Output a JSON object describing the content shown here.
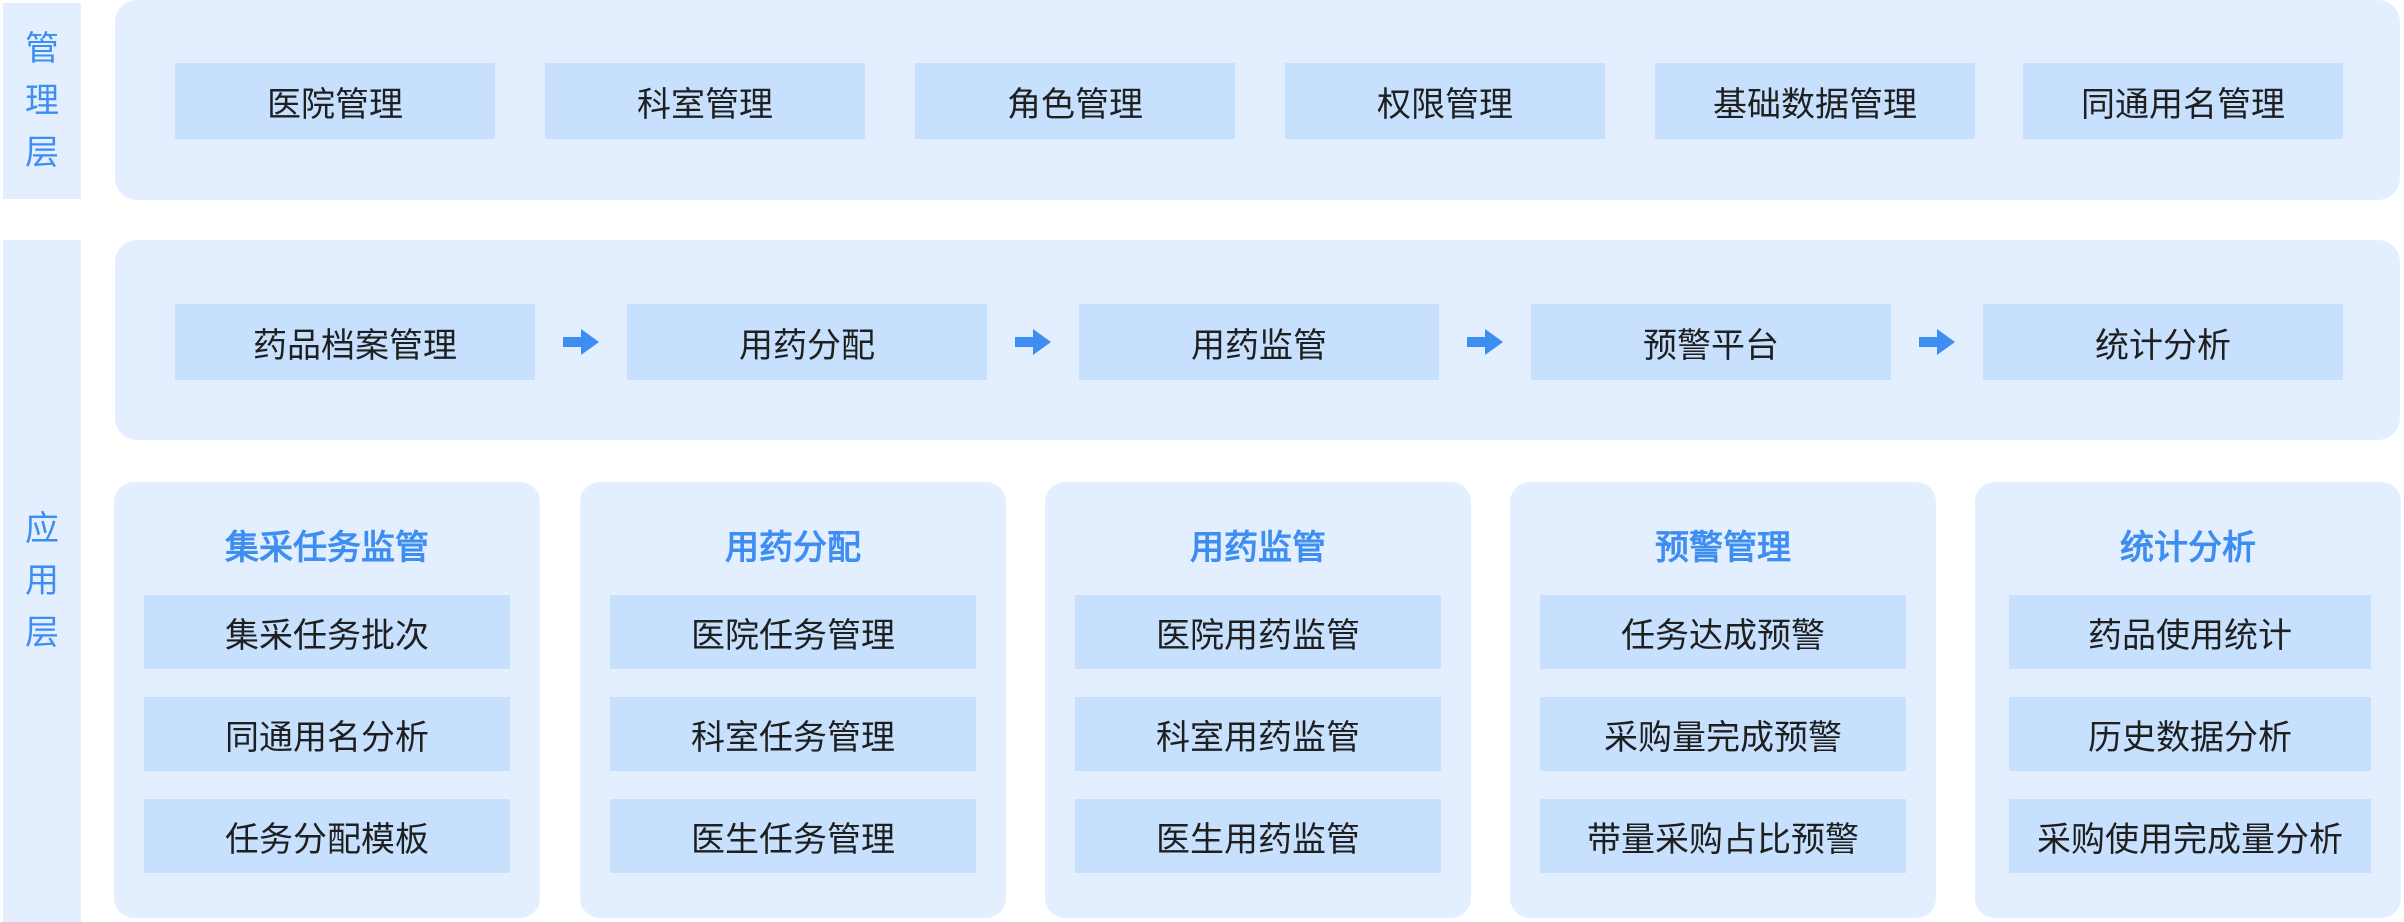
{
  "management_layer": {
    "label": [
      "管",
      "理",
      "层"
    ],
    "items": [
      "医院管理",
      "科室管理",
      "角色管理",
      "权限管理",
      "基础数据管理",
      "同通用名管理"
    ]
  },
  "application_layer": {
    "label": [
      "应",
      "用",
      "层"
    ],
    "flow": [
      "药品档案管理",
      "用药分配",
      "用药监管",
      "预警平台",
      "统计分析"
    ],
    "modules": [
      {
        "title": "集采任务监管",
        "items": [
          "集采任务批次",
          "同通用名分析",
          "任务分配模板"
        ]
      },
      {
        "title": "用药分配",
        "items": [
          "医院任务管理",
          "科室任务管理",
          "医生任务管理"
        ]
      },
      {
        "title": "用药监管",
        "items": [
          "医院用药监管",
          "科室用药监管",
          "医生用药监管"
        ]
      },
      {
        "title": "预警管理",
        "items": [
          "任务达成预警",
          "采购量完成预警",
          "带量采购占比预警"
        ]
      },
      {
        "title": "统计分析",
        "items": [
          "药品使用统计",
          "历史数据分析",
          "采购使用完成量分析"
        ]
      }
    ]
  },
  "colors": {
    "panel": "#e3efff",
    "tile": "#c7e0fd",
    "accent": "#3d8ef0",
    "arrow": "#3d8ef0"
  }
}
